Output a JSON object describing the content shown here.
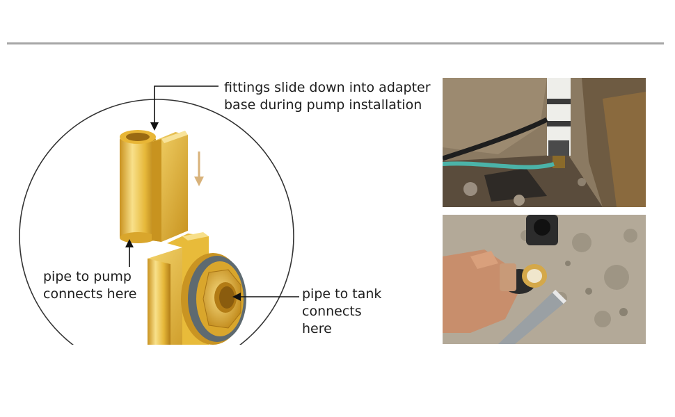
{
  "labels": {
    "top_line1": "fittings slide down into adapter",
    "top_line2": "base during pump installation",
    "pump_line1": "pipe to pump",
    "pump_line2": "connects here",
    "tank_line1": "pipe to tank",
    "tank_line2": "connects",
    "tank_line3": "here"
  },
  "colors": {
    "brass_light": "#f6dc7a",
    "brass_mid": "#e2b430",
    "brass_dark": "#b8841a",
    "gasket": "#5e6a70",
    "arrow_hint": "#d8b27a"
  }
}
